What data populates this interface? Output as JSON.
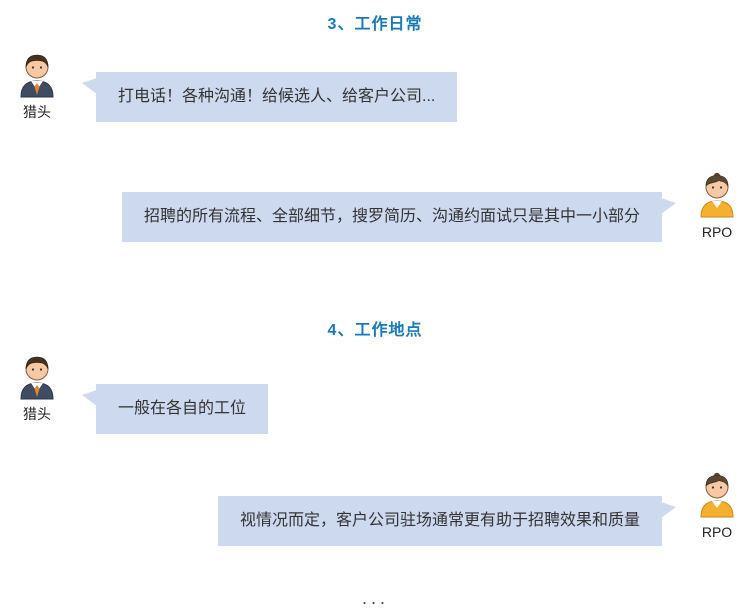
{
  "sections": [
    {
      "title": "3、工作日常",
      "left": {
        "speaker": "猎头",
        "text": "打电话！各种沟通！给候选人、给客户公司..."
      },
      "right": {
        "speaker": "RPO",
        "text": "招聘的所有流程、全部细节，搜罗简历、沟通约面试只是其中一小部分"
      }
    },
    {
      "title": "4、工作地点",
      "left": {
        "speaker": "猎头",
        "text": "一般在各自的工位"
      },
      "right": {
        "speaker": "RPO",
        "text": "视情况而定，客户公司驻场通常更有助于招聘效果和质量"
      }
    }
  ],
  "footer": {
    "more_indicator": "···"
  },
  "icons": {
    "headhunter_avatar": "businessman-with-orange-tie",
    "rpo_avatar": "person-in-yellow-shirt"
  },
  "colors": {
    "section_title": "#1679b8",
    "bubble_background": "#cdd9ee",
    "bubble_text": "#333333"
  }
}
